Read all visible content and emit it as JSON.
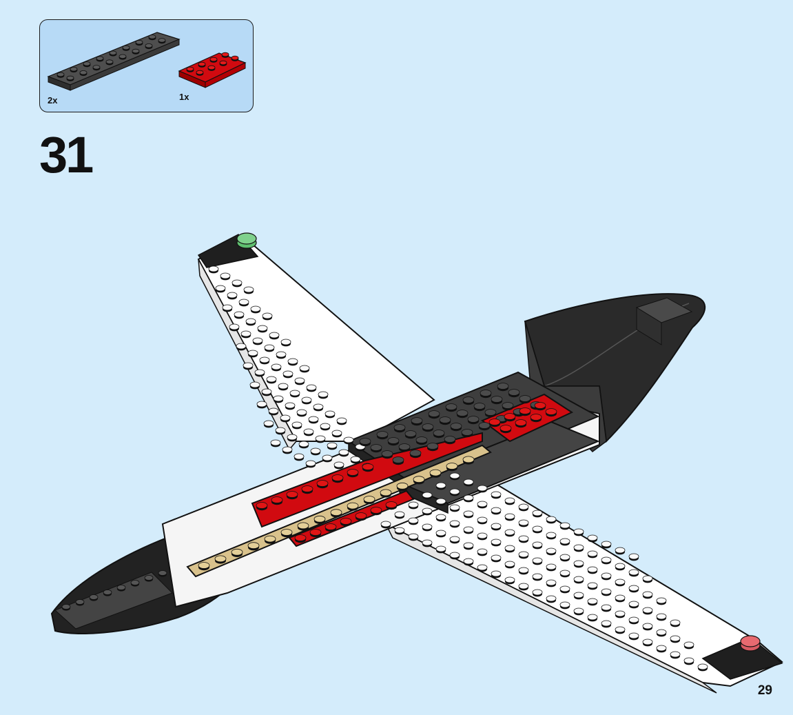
{
  "parts_callout": {
    "items": [
      {
        "quantity": "2x",
        "part": "dark-gray-plate-2x8",
        "color": "#4a4a4a"
      },
      {
        "quantity": "1x",
        "part": "red-plate-2x4",
        "color": "#d10a10"
      }
    ]
  },
  "step": {
    "number": "31"
  },
  "page": {
    "number": "29"
  },
  "colors": {
    "background": "#d4ecfb",
    "callout_background": "#b7daf6",
    "dark_gray": "#4a4a4a",
    "red": "#d10a10",
    "tan": "#d9c28c",
    "white": "#ffffff",
    "black": "#1c1c1c",
    "nav_light_green": "#5fbf6f",
    "nav_light_red": "#e86a70"
  }
}
